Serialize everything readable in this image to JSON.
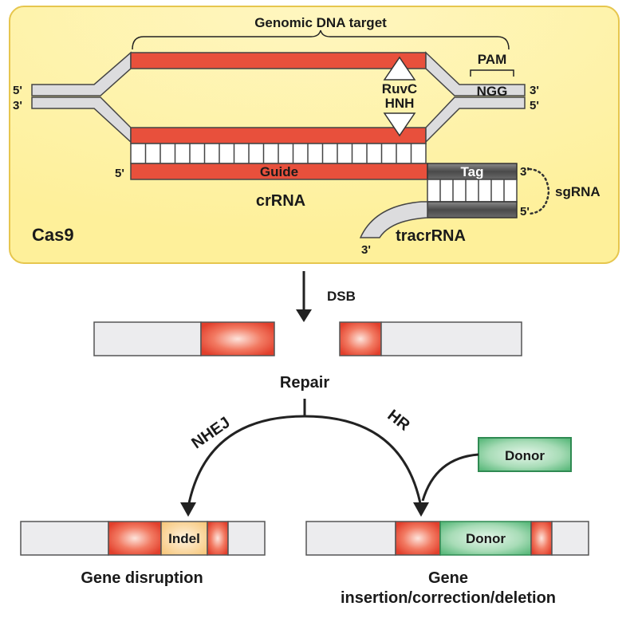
{
  "cas9_panel": {
    "label": "Cas9",
    "genomic_target_label": "Genomic DNA target",
    "pam_label": "PAM",
    "pam_sequence": "NGG",
    "ruvc_label": "RuvC",
    "hnh_label": "HNH",
    "strand_ends": {
      "top_left": "5'",
      "bottom_left": "3'",
      "top_right": "3'",
      "bottom_right": "5'"
    },
    "guide_label": "Guide",
    "guide_5prime": "5'",
    "crrna_label": "crRNA",
    "tag_label": "Tag",
    "tag_3prime": "3'",
    "tracr_5prime": "5'",
    "tracr_3prime": "3'",
    "tracrrna_label": "tracrRNA",
    "sgrna_label": "sgRNA"
  },
  "dsb_label": "DSB",
  "repair_label": "Repair",
  "nhej_label": "NHEJ",
  "hr_label": "HR",
  "donor_label": "Donor",
  "indel_label": "Indel",
  "outcome_disruption": "Gene disruption",
  "outcome_insertion_line1": "Gene",
  "outcome_insertion_line2": "insertion/correction/deletion",
  "colors": {
    "panel_bg": "#fdf5c4",
    "panel_border": "#e2c34a",
    "strand_grey": "#dcdcde",
    "target_red": "#e8503c",
    "donor_green": "#3fae6a",
    "indel_orange": "#f8c878",
    "tag_dark": "#5b5b5b"
  }
}
